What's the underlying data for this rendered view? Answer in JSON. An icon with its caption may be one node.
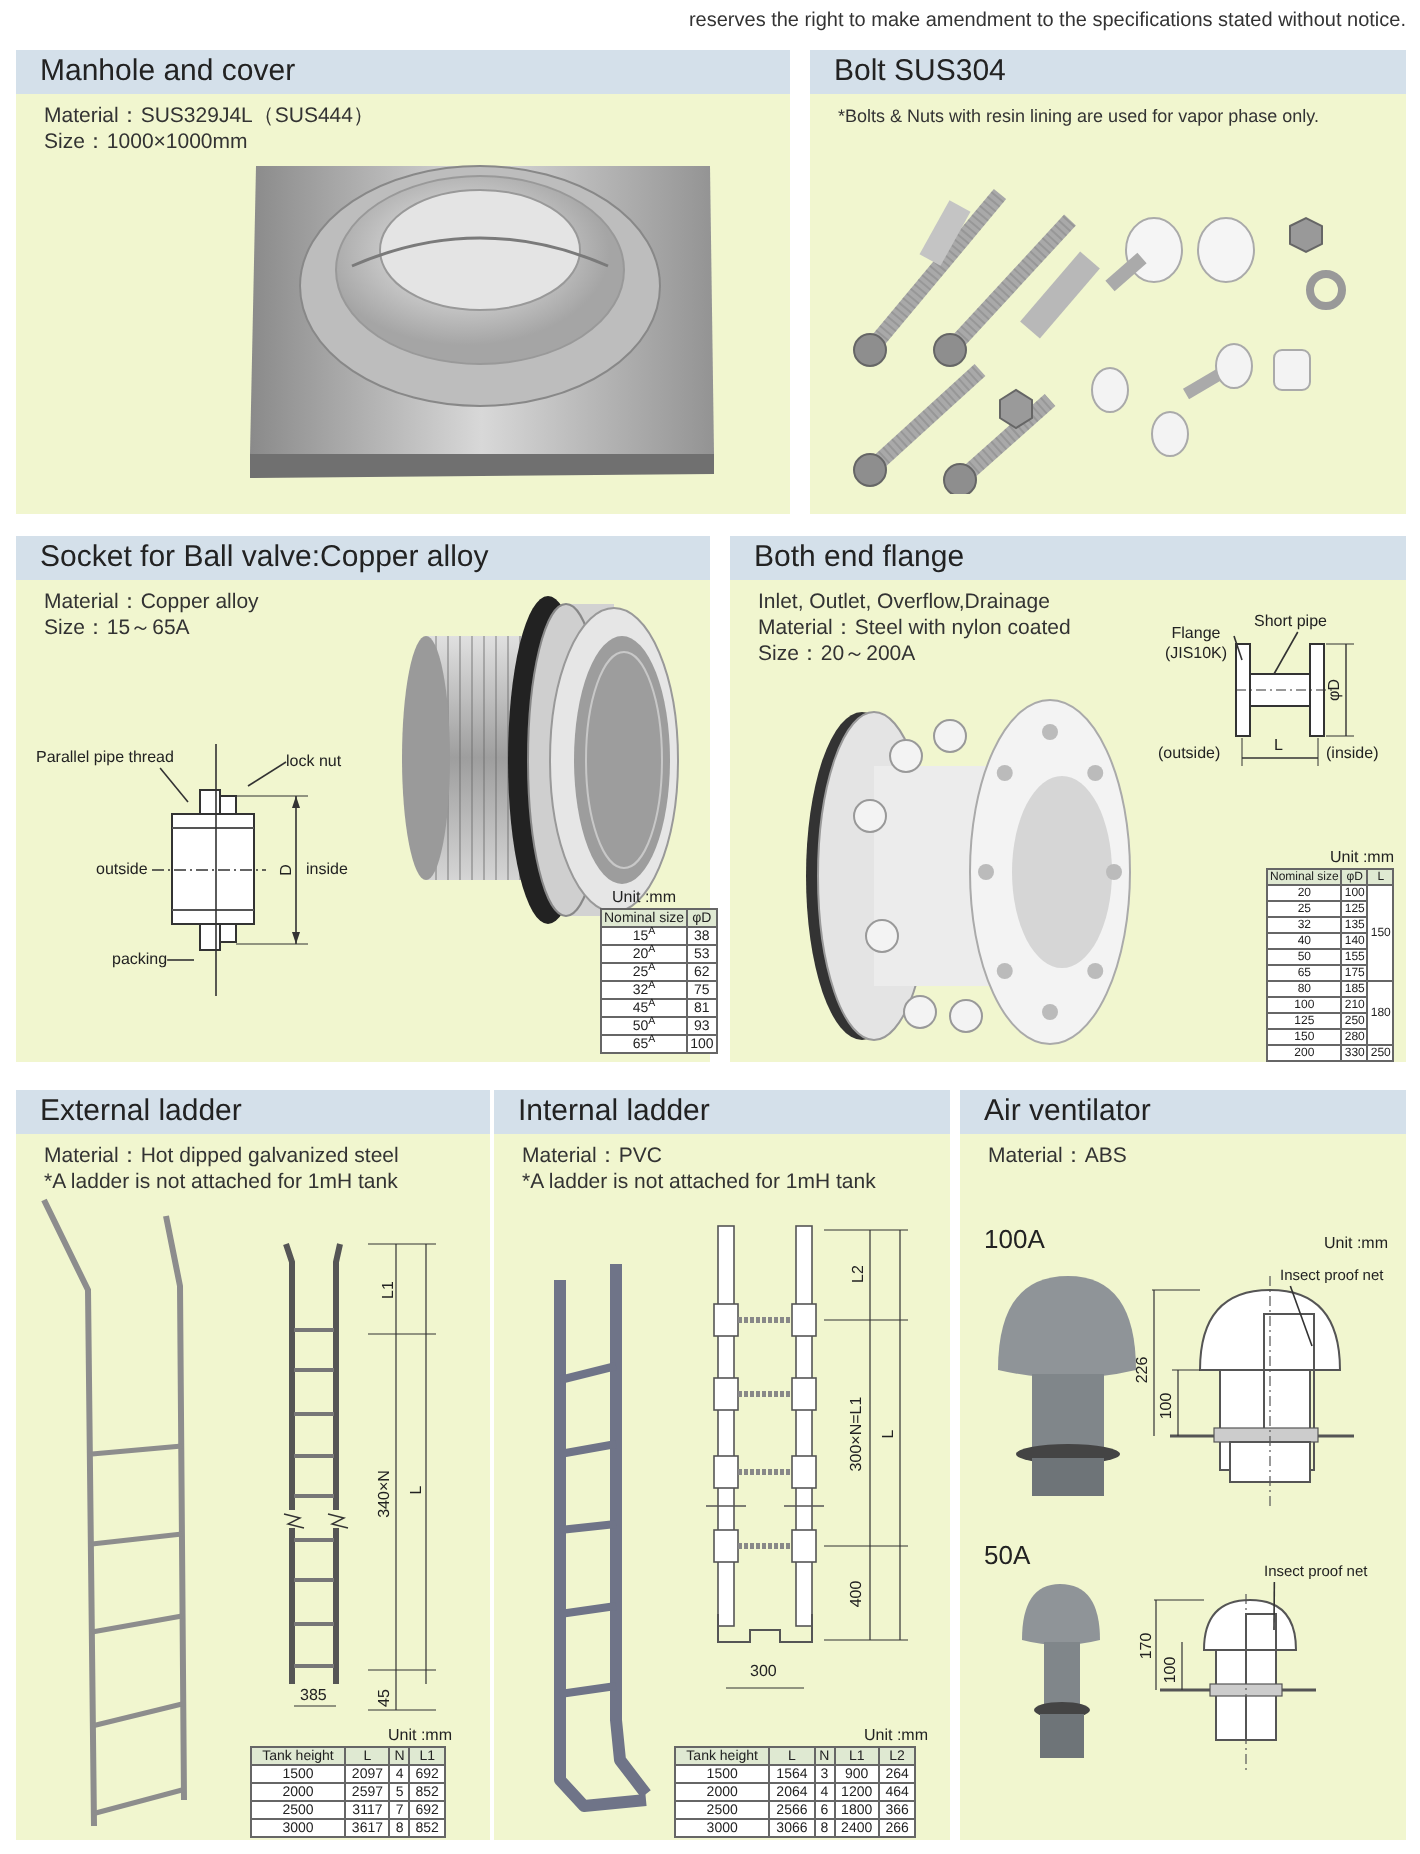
{
  "diagram": {
    "nodes": [
      {
        "text": [
          "Manhole and cover",
          "Material：SUS329J4L（SUS444）",
          "Size：1000×1000mm"
        ]
      },
      {
        "text": [
          "Bolt SUS304",
          "*Bolts & Nuts with resin lining are used for vapor phase  only."
        ]
      },
      {
        "text": [
          "Socket for Ball valve:Copper alloy",
          "Material：Copper alloy",
          "Size：15～65A"
        ]
      },
      {
        "text": [
          "Both end flange",
          "Inlet, Outlet, Overflow,Drainage",
          "Material：Steel with nylon coated",
          "Size：20～200A"
        ]
      },
      {
        "text": [
          "External ladder",
          "Material：Hot dipped galvanized steel",
          "*A ladder is not attached for 1mH tank"
        ]
      },
      {
        "text": [
          "Internal ladder",
          "Material：PVC",
          "*A ladder is not attached for 1mH tank"
        ]
      },
      {
        "text": [
          "Air ventilator",
          "Material：ABS"
        ]
      },
      {
        "text": [
          "Parallel pipe thread"
        ],
        "in": 2
      },
      {
        "text": [
          "lock nut"
        ],
        "in": 2
      },
      {
        "text": [
          "packing"
        ],
        "in": 2
      },
      {
        "text": [
          "Flange (JIS10K)"
        ],
        "in": 3
      },
      {
        "text": [
          "Short pipe"
        ],
        "in": 3
      },
      {
        "text": [
          "Insect proof net"
        ],
        "in": 6
      },
      {
        "text": [
          "Insect proof net"
        ],
        "in": 6
      }
    ],
    "edges": [
      {
        "from": 7,
        "to": null,
        "arrow": "none"
      },
      {
        "from": 8,
        "to": null,
        "arrow": "none"
      },
      {
        "from": 9,
        "to": null,
        "arrow": "none"
      },
      {
        "from": 10,
        "to": null,
        "arrow": "none"
      },
      {
        "from": 11,
        "to": null,
        "arrow": "none"
      },
      {
        "from": 12,
        "to": null,
        "arrow": "none"
      },
      {
        "from": 13,
        "to": null,
        "arrow": "none"
      }
    ],
    "labels": [
      "reserves the right to make amendment to the specifications stated without notice.",
      "outside",
      "D",
      "inside",
      "Unit :mm",
      "Nominal size",
      "φD",
      "15$^{A}$",
      "38",
      "20$^{A}$",
      "53",
      "25$^{A}$",
      "62",
      "32$^{A}$",
      "75",
      "45$^{A}$",
      "81",
      "50$^{A}$",
      "93",
      "65$^{A}$",
      "100",
      "φD",
      "(outside)",
      "L",
      "(inside)",
      "Unit :mm",
      "Nominal size",
      "φD",
      "L",
      "20",
      "100",
      "150",
      "25",
      "125",
      "32",
      "135",
      "40",
      "140",
      "50",
      "155",
      "65",
      "175",
      "80",
      "185",
      "180",
      "100",
      "210",
      "125",
      "250",
      "150",
      "280",
      "200",
      "330",
      "250",
      "L1",
      "340×N",
      "L",
      "385",
      "45",
      "Unit :mm",
      "Tank height",
      "L",
      "N",
      "L1",
      "1500",
      "2097",
      "4",
      "692",
      "2000",
      "2597",
      "5",
      "852",
      "2500",
      "3117",
      "7",
      "692",
      "3000",
      "3617",
      "8",
      "852",
      "L2",
      "300×N=L1",
      "L",
      "400",
      "300",
      "Unit :mm",
      "Tank height",
      "L",
      "N",
      "L1",
      "L2",
      "1500",
      "1564",
      "3",
      "900",
      "264",
      "2000",
      "2064",
      "4",
      "1200",
      "464",
      "2500",
      "2566",
      "6",
      "1800",
      "366",
      "3000",
      "3066",
      "8",
      "2400",
      "266",
      "Unit :mm",
      "100A",
      "226",
      "100",
      "50A",
      "170",
      "100"
    ]
  }
}
